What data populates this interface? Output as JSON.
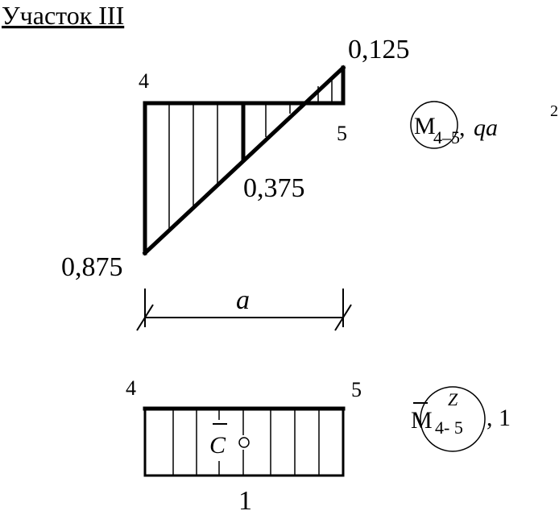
{
  "title": "Участок III",
  "diagram_m": {
    "node_left": "4",
    "node_right": "5",
    "value_top_right": "0,125",
    "value_mid": "0,375",
    "value_bottom_left": "0,875",
    "dimension_label": "a",
    "symbol": "M",
    "symbol_subscript": "4–5",
    "unit_prefix": ", ",
    "unit_italic": "qa",
    "unit_power": "2"
  },
  "diagram_mz": {
    "node_left": "4",
    "node_right": "5",
    "value_bottom": "1",
    "centroid_label": "C",
    "symbol": "M",
    "symbol_superscript": "Z",
    "symbol_subscript": "4- 5",
    "unit_value": ", 1"
  },
  "colors": {
    "ink": "#000000",
    "background": "#ffffff"
  }
}
